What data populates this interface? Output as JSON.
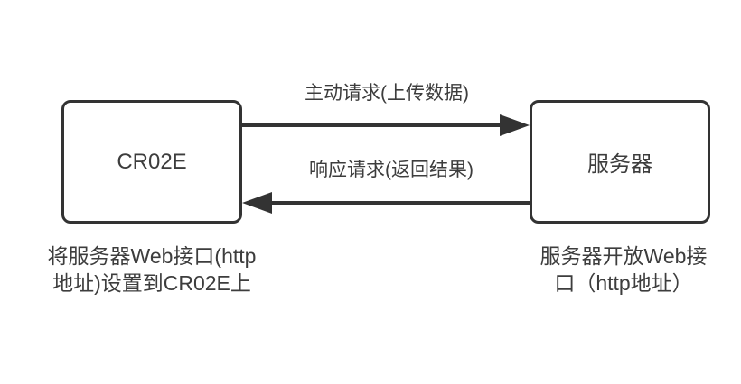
{
  "diagram": {
    "nodes": {
      "left": {
        "label": "CR02E"
      },
      "right": {
        "label": "服务器"
      }
    },
    "arrows": {
      "request": {
        "label": "主动请求(上传数据)",
        "direction": "left-to-right"
      },
      "response": {
        "label": "响应请求(返回结果)",
        "direction": "right-to-left"
      }
    },
    "captions": {
      "left": {
        "lines": [
          "将服务器Web接口(http",
          "地址)设置到CR02E上"
        ]
      },
      "right": {
        "lines": [
          "服务器开放Web接",
          "口（http地址）"
        ]
      }
    },
    "colors": {
      "stroke": "#333333",
      "text": "#3d3d3d",
      "background": "#ffffff"
    }
  }
}
